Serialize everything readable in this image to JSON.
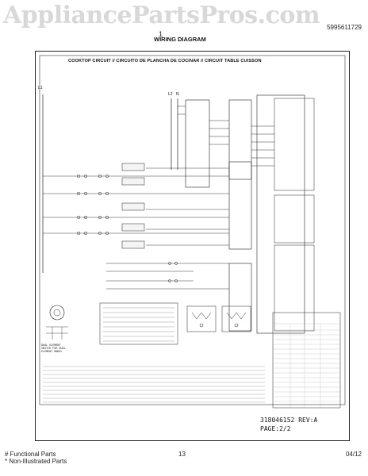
{
  "watermark": "AppliancePartsPros.com",
  "header_left": "1",
  "header_right": "5995611729",
  "page_title": "WIRING DIAGRAM",
  "cooktop_banner": "COOKTOP CIRCUIT // CIRCUITO DE PLANCHA DE COCINAR // CIRCUIT TABLE CUISSON",
  "line_labels": {
    "l1": "L1",
    "l2": "L2",
    "n": "N"
  },
  "dual_element_label": "DUAL ELEMENT\nSWITCH FOR DUAL\nELEMENT MODEL",
  "document_number": "318046152",
  "revision": "REV:A",
  "page_of": "PAGE:2/2",
  "footer": {
    "left_line1": "# Functional Parts",
    "left_line2": "* Non-Illustrated Parts",
    "page_number": "13",
    "date": "04/12"
  }
}
